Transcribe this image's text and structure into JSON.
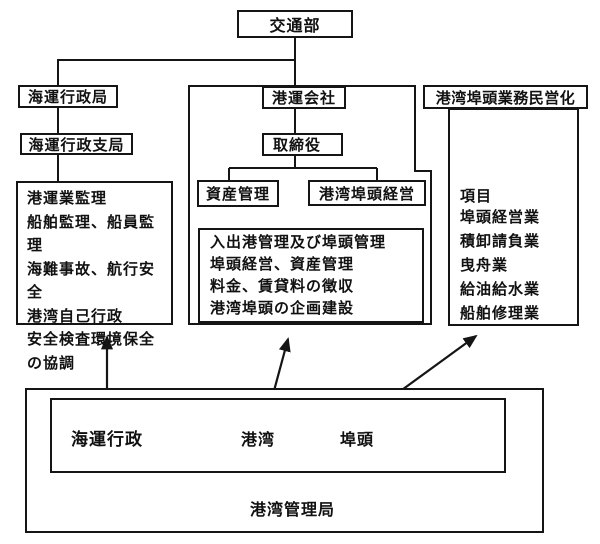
{
  "diagram": {
    "title_note": "",
    "top": {
      "transport_dept": "交通部"
    },
    "left_column": {
      "maritime_admin_bureau": "海運行政局",
      "maritime_admin_branch": "海運行政支局",
      "duties": [
        "港運業監理",
        "船舶監理、船員監理",
        "海難事故、航行安全",
        "港湾自己行政",
        "安全検査環境保全の協調"
      ]
    },
    "center_column": {
      "port_company": "港運会社",
      "directors": "取締役",
      "asset_management": "資産管理",
      "wharf_management": "港湾埠頭経営",
      "functions": [
        "入出港管理及び埠頭管理",
        "埠頭経営、資産管理",
        "料金、賃貸料の徴収",
        "港湾埠頭の企画建設"
      ]
    },
    "right_column": {
      "privatization": "港湾埠頭業務民営化",
      "items_header": "項目",
      "items": [
        "埠頭経営業",
        "積卸請負業",
        "曳舟業",
        "給油給水業",
        "船舶修理業"
      ]
    },
    "bottom": {
      "maritime_admin": "海運行政",
      "harbor": "港湾",
      "wharf": "埠頭",
      "port_authority": "港湾管理局"
    },
    "colors": {
      "line": "#151515",
      "background": "#ffffff"
    }
  }
}
